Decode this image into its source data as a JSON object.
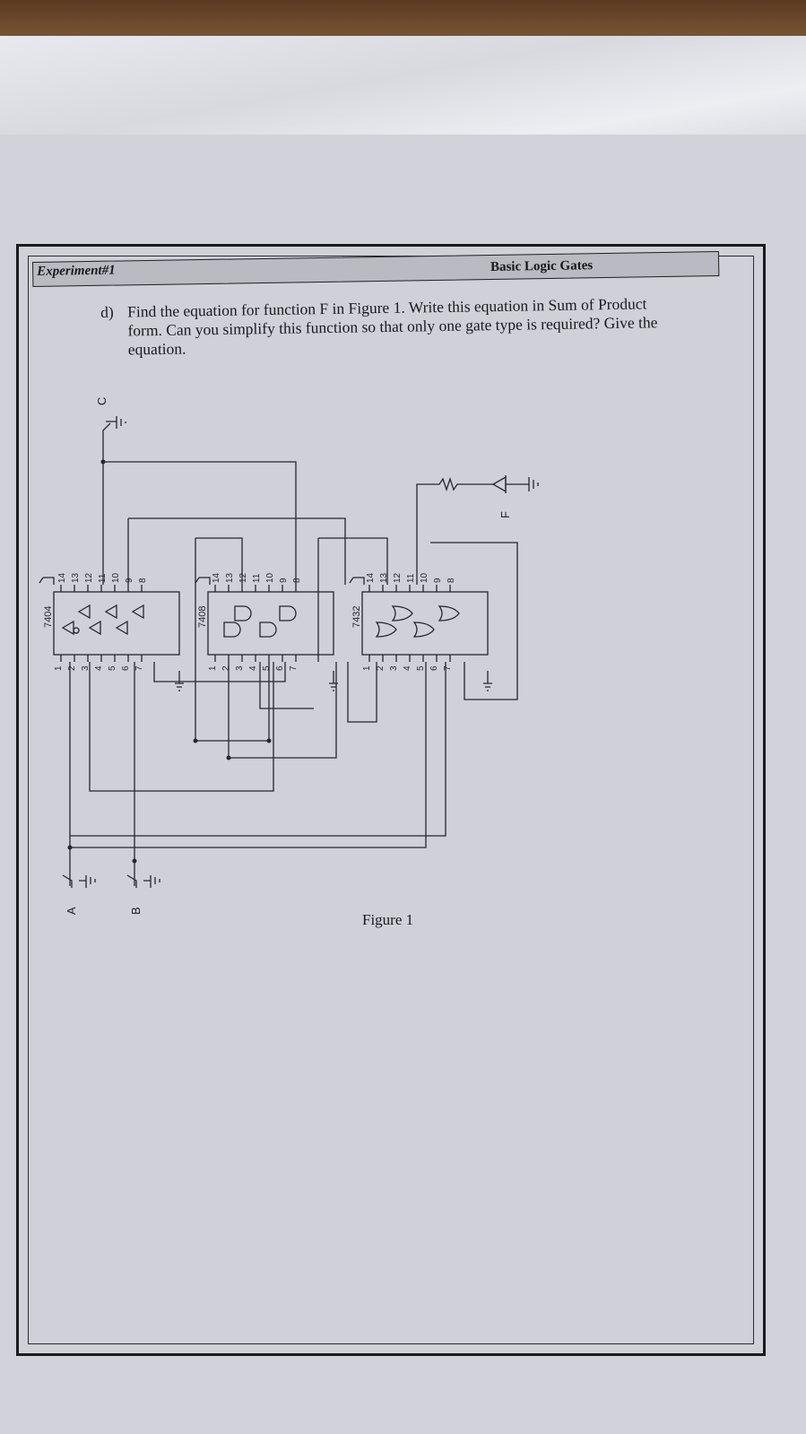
{
  "header": {
    "experiment": "Experiment#1",
    "title": "Basic Logic Gates"
  },
  "question": {
    "label": "d)",
    "line1": "Find the equation for function F in Figure 1. Write this equation in Sum of Product",
    "line2": "form. Can you simplify this function so that only one gate type is required? Give the",
    "line3": "equation."
  },
  "figure": {
    "caption": "Figure 1",
    "inputs": [
      "A",
      "B",
      "C"
    ],
    "output": "F",
    "chips": [
      {
        "name": "7404",
        "pins_left": [
          "1",
          "2",
          "3",
          "4",
          "5",
          "6",
          "7"
        ],
        "pins_right": [
          "14",
          "13",
          "12",
          "11",
          "10",
          "9",
          "8"
        ]
      },
      {
        "name": "7408",
        "pins_left": [
          "1",
          "2",
          "3",
          "4",
          "5",
          "6",
          "7"
        ],
        "pins_right": [
          "14",
          "13",
          "12",
          "11",
          "10",
          "9",
          "8"
        ]
      },
      {
        "name": "7432",
        "pins_left": [
          "1",
          "2",
          "3",
          "4",
          "5",
          "6",
          "7"
        ],
        "pins_right": [
          "14",
          "13",
          "12",
          "11",
          "10",
          "9",
          "8"
        ]
      }
    ]
  }
}
